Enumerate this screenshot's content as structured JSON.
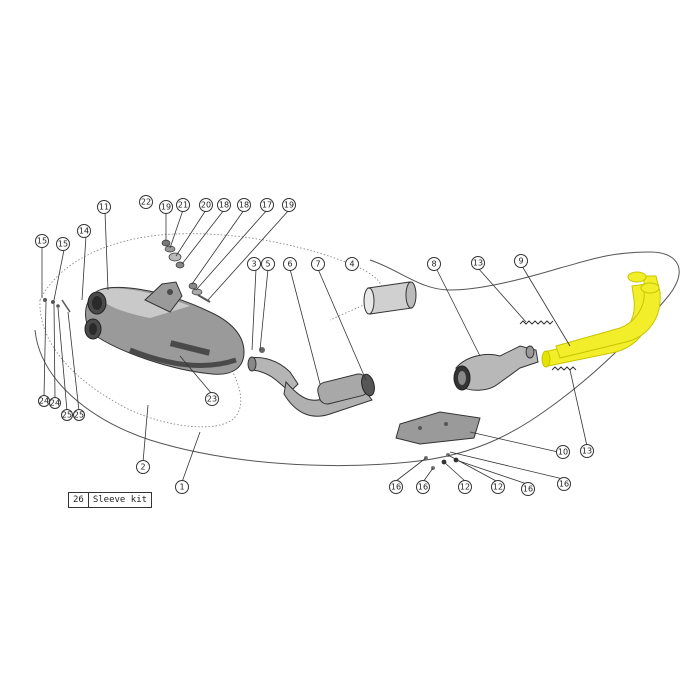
{
  "callouts": {
    "c1": "1",
    "c2": "2",
    "c3": "3",
    "c4": "4",
    "c5": "5",
    "c6": "6",
    "c7": "7",
    "c8": "8",
    "c9": "9",
    "c10": "10",
    "c11": "11",
    "c12a": "12",
    "c12b": "12",
    "c13a": "13",
    "c13b": "13",
    "c14": "14",
    "c15a": "15",
    "c15b": "15",
    "c16a": "16",
    "c16b": "16",
    "c16c": "16",
    "c16d": "16",
    "c17": "17",
    "c18a": "18",
    "c18b": "18",
    "c19a": "19",
    "c19b": "19",
    "c20": "20",
    "c21": "21",
    "c22": "22",
    "c23": "23",
    "c24a": "24",
    "c24b": "24",
    "c25a": "25",
    "c25b": "25"
  },
  "sleeve_kit": {
    "number": "26",
    "label": "Sleeve kit"
  },
  "colors": {
    "highlight": "#f2ee2a",
    "highlight_stroke": "#c9c400",
    "muffler": "#9a9a9a",
    "muffler_dark": "#4a4a4a",
    "line": "#333333"
  }
}
